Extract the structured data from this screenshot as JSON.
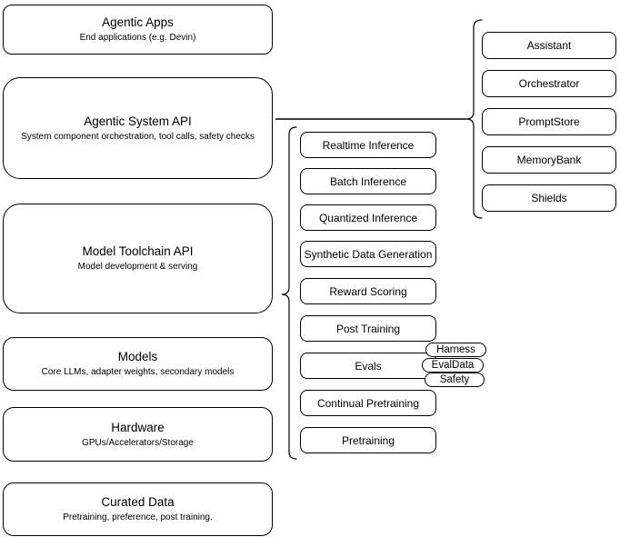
{
  "layers": [
    {
      "title": "Agentic Apps",
      "subtitle": "End applications (e.g. Devin)"
    },
    {
      "title": "Agentic System API",
      "subtitle": "System component orchestration, tool calls, safety checks"
    },
    {
      "title": "Model Toolchain API",
      "subtitle": "Model development & serving"
    },
    {
      "title": "Models",
      "subtitle": "Core LLMs, adapter weights, secondary models"
    },
    {
      "title": "Hardware",
      "subtitle": "GPUs/Accelerators/Storage"
    },
    {
      "title": "Curated Data",
      "subtitle": "Pretraining, preference, post training."
    }
  ],
  "toolchain": {
    "items": [
      "Realtime Inference",
      "Batch Inference",
      "Quantized Inference",
      "Synthetic Data Generation",
      "Reward Scoring",
      "Post Training",
      "Evals",
      "Continual Pretraining",
      "Pretraining"
    ]
  },
  "evals_tags": [
    "Harness",
    "EvalData",
    "Safety"
  ],
  "system_components": [
    "Assistant",
    "Orchestrator",
    "PromptStore",
    "MemoryBank",
    "Shields"
  ],
  "colors": {
    "stroke": "#000000",
    "fill": "#ffffff",
    "background": "#ffffff"
  }
}
